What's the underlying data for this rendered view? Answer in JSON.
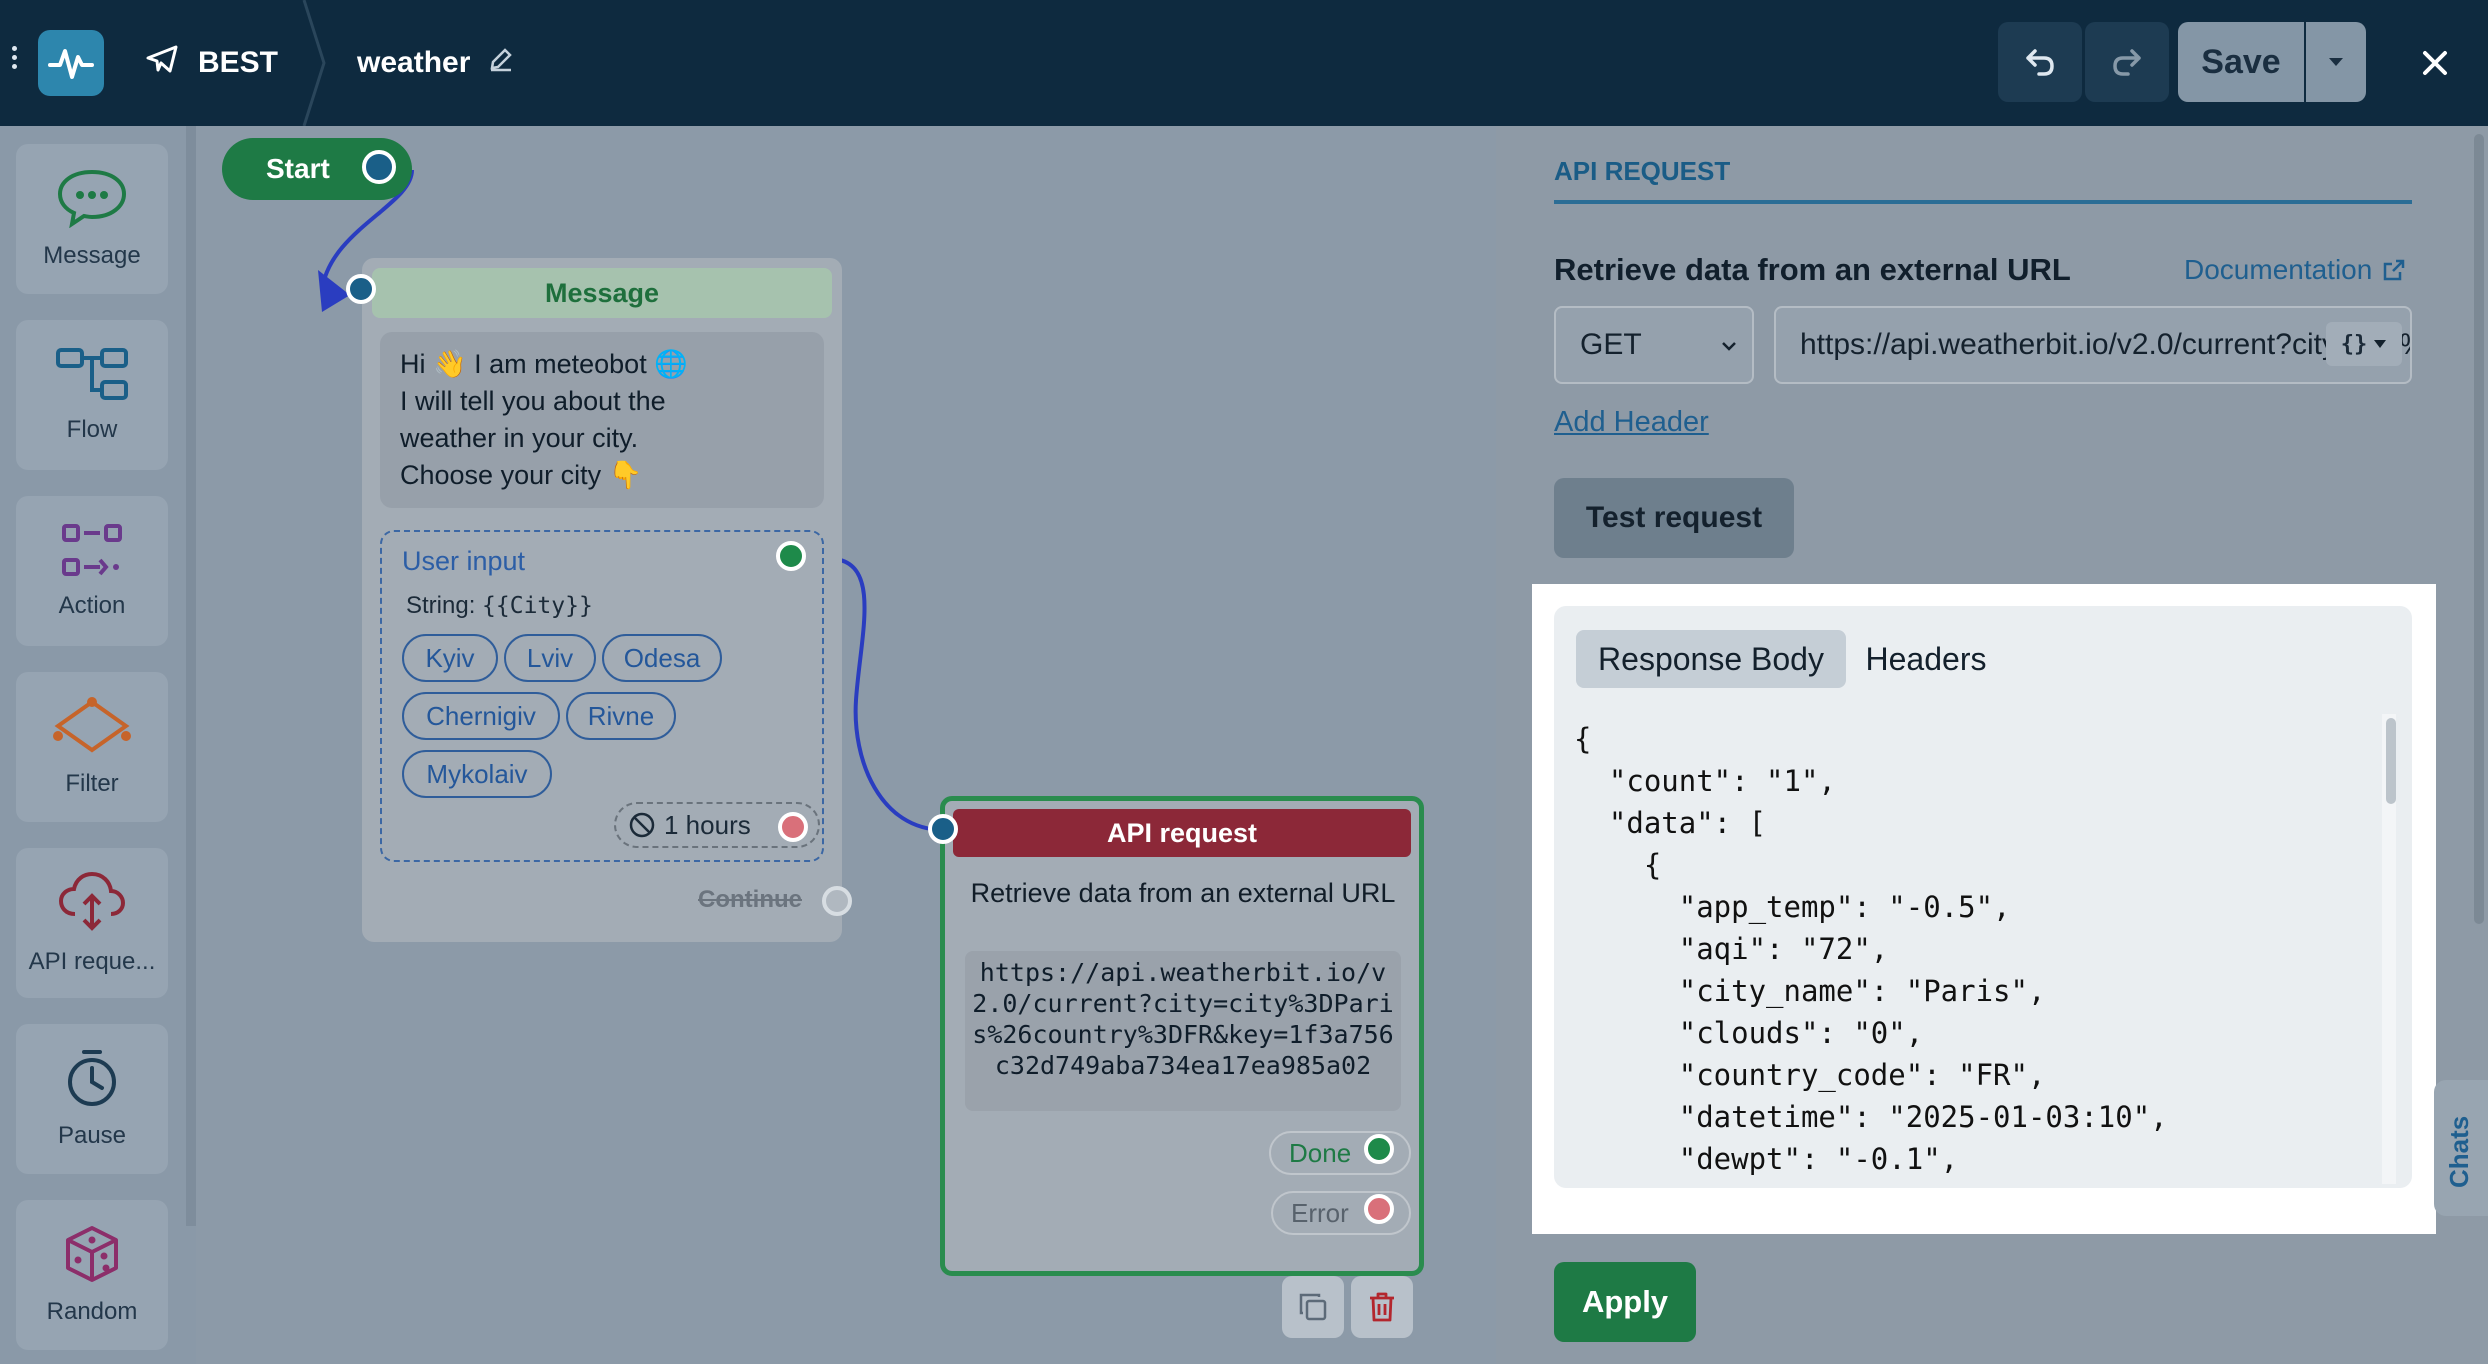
{
  "topbar": {
    "bot_name": "BEST",
    "flow_name": "weather",
    "save_label": "Save"
  },
  "sidebar": {
    "items": [
      {
        "label": "Message",
        "icon": "message-icon"
      },
      {
        "label": "Flow",
        "icon": "flow-icon"
      },
      {
        "label": "Action",
        "icon": "action-icon"
      },
      {
        "label": "Filter",
        "icon": "filter-icon"
      },
      {
        "label": "API reque...",
        "icon": "api-request-icon"
      },
      {
        "label": "Pause",
        "icon": "pause-icon"
      },
      {
        "label": "Random",
        "icon": "random-icon"
      }
    ]
  },
  "canvas": {
    "start_label": "Start",
    "message_node": {
      "title": "Message",
      "text_lines": [
        "Hi 👋 I am meteobot 🌐",
        "I will tell you about the",
        "weather in your city.",
        "Choose your city 👇"
      ],
      "user_input_title": "User input",
      "var_prefix": "String:",
      "var_name": "{{City}}",
      "options": [
        "Kyiv",
        "Lviv",
        "Odesa",
        "Chernigiv",
        "Rivne",
        "Mykolaiv"
      ],
      "timeout": "1 hours",
      "continue_label": "Continue"
    },
    "api_node": {
      "title": "API request",
      "description": "Retrieve data from an external URL",
      "url": "https://api.weatherbit.io/v2.0/current?city=city%3DParis%26country%3DFR&key=1f3a756c32d749aba734ea17ea985a02",
      "done_label": "Done",
      "error_label": "Error"
    }
  },
  "panel": {
    "tab": "API REQUEST",
    "title": "Retrieve data from an external URL",
    "doc_link": "Documentation",
    "method": "GET",
    "url_value": "https://api.weatherbit.io/v2.0/current?city=city%3DParis%26country%3DFR&key=1f3a756c32d749aba734ea17ea985a02",
    "add_header": "Add Header",
    "test_button": "Test request",
    "response_tabs": [
      "Response Body",
      "Headers"
    ],
    "response_body": "{\n  \"count\": \"1\",\n  \"data\": [\n    {\n      \"app_temp\": \"-0.5\",\n      \"aqi\": \"72\",\n      \"city_name\": \"Paris\",\n      \"clouds\": \"0\",\n      \"country_code\": \"FR\",\n      \"datetime\": \"2025-01-03:10\",\n      \"dewpt\": \"-0.1\",",
    "apply_button": "Apply",
    "chats_label": "Chats"
  },
  "colors": {
    "topbar": "#0e2a3f",
    "accent_green": "#1e7a45",
    "api_red": "#8c2838",
    "link_blue": "#1f5f8f"
  }
}
